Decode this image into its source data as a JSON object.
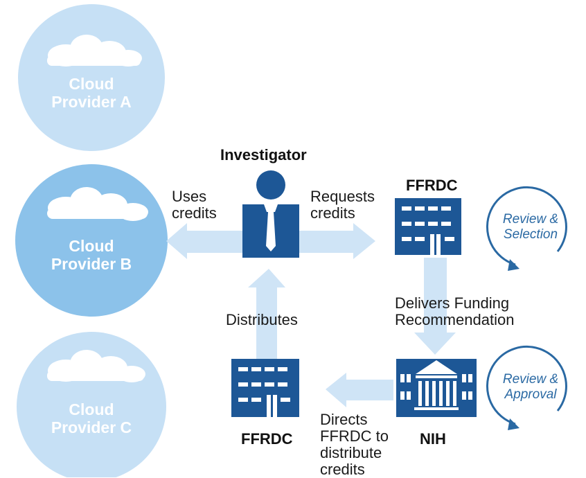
{
  "clouds": [
    {
      "line1": "Cloud",
      "line2": "Provider A"
    },
    {
      "line1": "Cloud",
      "line2": "Provider B"
    },
    {
      "line1": "Cloud",
      "line2": "Provider C"
    }
  ],
  "investigator": {
    "title": "Investigator"
  },
  "arrows": {
    "uses_l1": "Uses",
    "uses_l2": "credits",
    "requests_l1": "Requests",
    "requests_l2": "credits",
    "distributes": "Distributes",
    "delivers_l1": "Delivers Funding",
    "delivers_l2": "Recommendation",
    "directs_l1": "Directs",
    "directs_l2": "FFRDC to",
    "directs_l3": "distribute",
    "directs_l4": "credits"
  },
  "nodes": {
    "ffrdc_top": "FFRDC",
    "ffrdc_bottom": "FFRDC",
    "nih": "NIH"
  },
  "cycles": [
    {
      "l1": "Review &",
      "l2": "Selection"
    },
    {
      "l1": "Review &",
      "l2": "Approval"
    }
  ],
  "colors": {
    "navy": "#1d5796",
    "light_arrow": "#cfe4f6",
    "cloud_a": "#c6e0f5",
    "cloud_b": "#8cc2ea",
    "cloud_c": "#c6e0f5",
    "cycle": "#2a69a3"
  }
}
